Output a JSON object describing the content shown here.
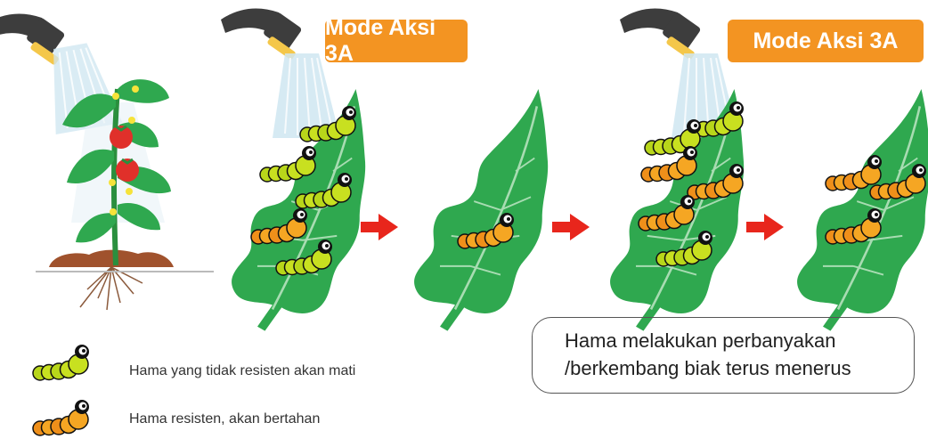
{
  "badges": {
    "left": "Mode Aksi 3A",
    "right": "Mode Aksi 3A"
  },
  "legend": {
    "susceptible": "Hama yang tidak resisten akan mati",
    "resistant": "Hama resisten, akan bertahan"
  },
  "note": {
    "line1": "Hama melakukan perbanyakan",
    "line2": "/berkembang biak terus menerus"
  },
  "colors": {
    "badge": "#f39422",
    "leaf": "#2fa84f",
    "susceptible_caterpillar": "#c8e020",
    "resistant_caterpillar": "#f5a623",
    "arrow": "#e8261c",
    "tomato": "#e0302a",
    "soil": "#a0522d"
  },
  "icons": [
    "watering-nozzle-icon",
    "tomato-plant-icon",
    "leaf-icon",
    "caterpillar-icon",
    "arrow-right-icon"
  ]
}
